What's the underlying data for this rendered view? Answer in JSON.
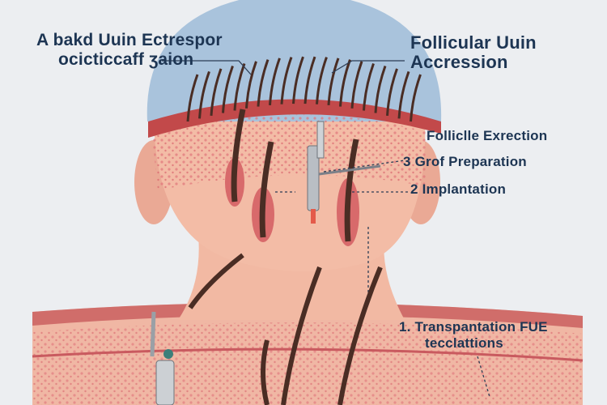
{
  "labels": {
    "top_left_line1": "A bakd Uuin Ectrespor",
    "top_left_line2": "ocicticcaff ʒaion",
    "top_right_line1": "Follicular Uuin",
    "top_right_line2": "Accression",
    "step_extraction": "Folliclle Exrection",
    "step_graft": "3 Grof Preparation",
    "step_implant": "2 Implantation",
    "bottom_line1": "1. Transpantation FUE",
    "bottom_line2": "tecclattions"
  },
  "colors": {
    "background": "#eceef1",
    "scalp_cap": "#a9c3dc",
    "skin": "#f2b9a3",
    "skin_dark": "#e79a88",
    "scalp_band": "#c2494a",
    "hair": "#4a2d24",
    "text": "#1d3553"
  }
}
